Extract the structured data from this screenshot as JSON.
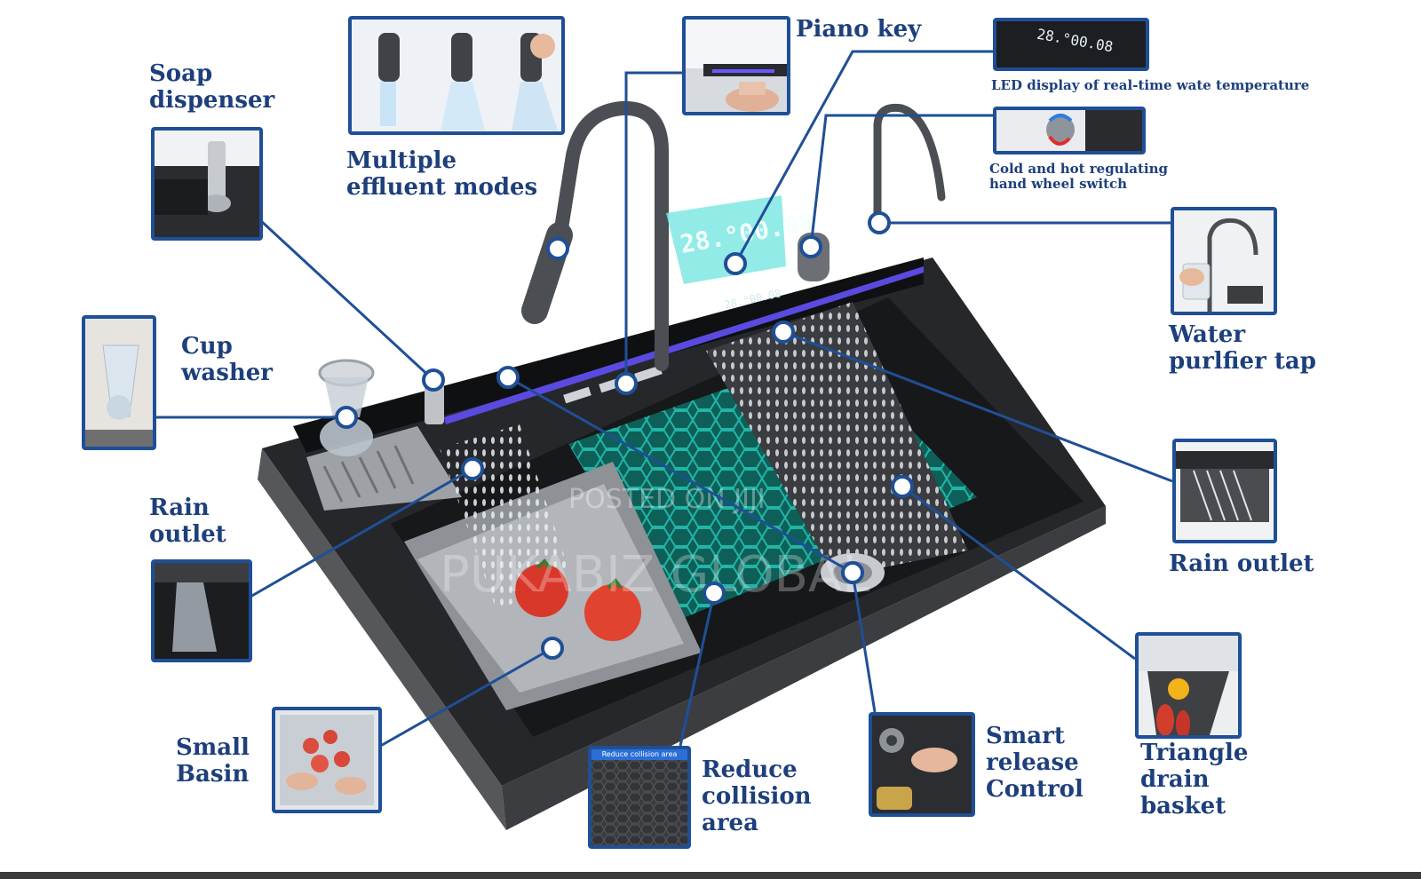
{
  "labels": {
    "soap_dispenser": "Soap\ndispenser",
    "multiple_effluent_modes": "Multiple\neffluent modes",
    "piano_key": "Piano key",
    "led_display": "LED display of real-time wate temperature",
    "cold_hot_switch": "Cold and hot regulating\nhand wheel switch",
    "water_purifier_tap": "Water\npurlfier tap",
    "cup_washer": "Cup\nwasher",
    "rain_outlet_left": "Rain\noutlet",
    "rain_outlet_right": "Rain outlet",
    "small_basin": "Small\nBasin",
    "reduce_collision_area": "Reduce\ncollision\narea",
    "smart_release_control": "Smart\nrelease\nControl",
    "triangle_drain_basket": "Triangle\ndrain\nbasket"
  },
  "displays": {
    "main_temperature": "28.°00.08",
    "small_temperature": "28.°00.08",
    "thumb_temperature": "28.°00.08"
  },
  "thumb_captions": {
    "reduce_collision": "Reduce collision area"
  },
  "watermark": {
    "line1": "POSTED ON JIJI",
    "line2": "PUKABIZ GLOBAL"
  },
  "colors": {
    "callout_line": "#1f4f96",
    "label_text": "#1d3f7c",
    "sink_body": "#1e1f22",
    "led_cyan": "#7fe8e2",
    "honeycomb": "#1fb3a6"
  }
}
